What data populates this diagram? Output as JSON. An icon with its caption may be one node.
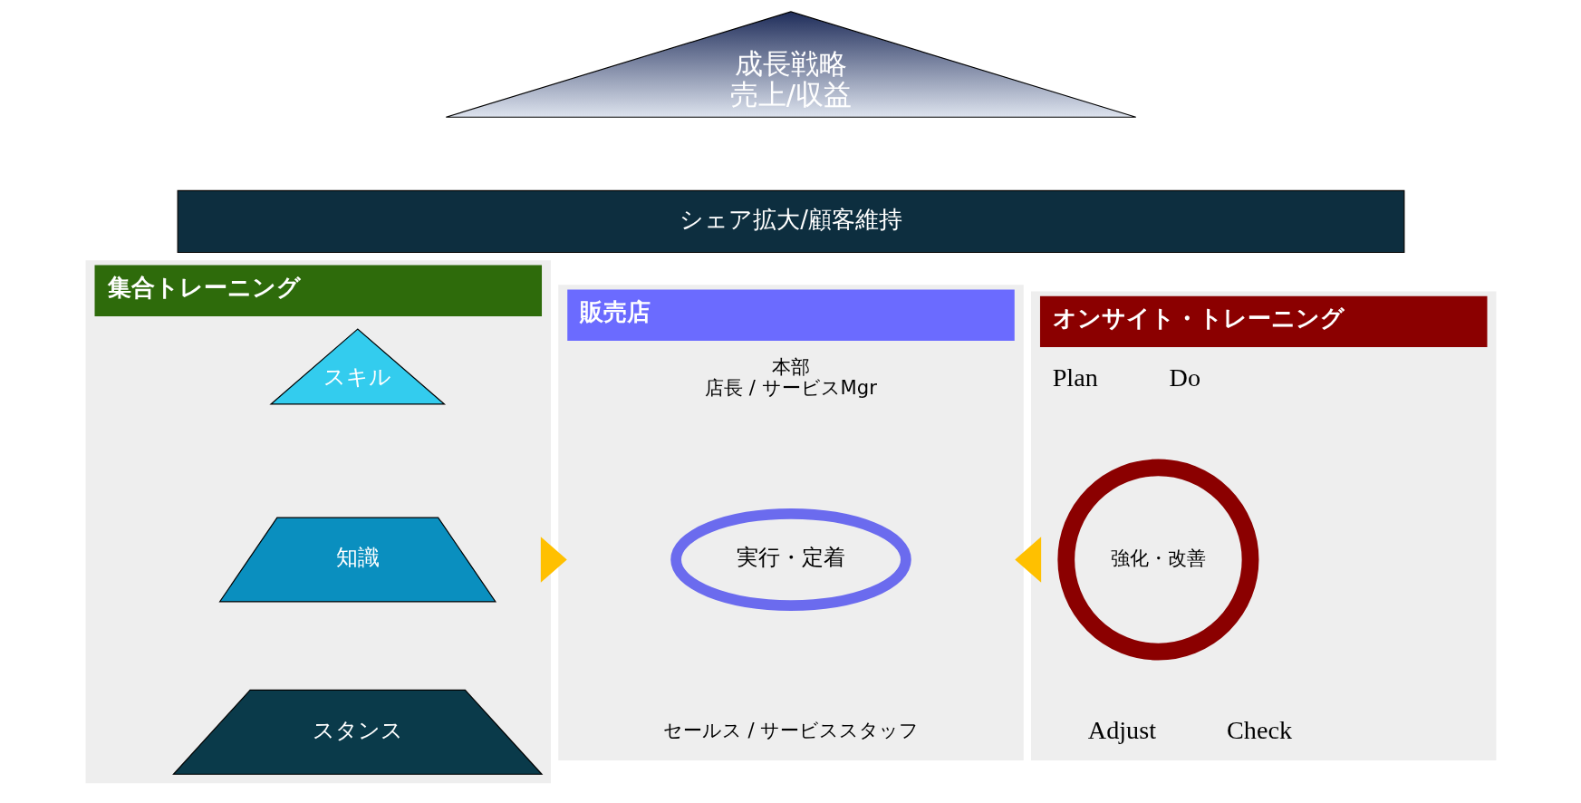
{
  "diagram": {
    "nodes": [
      {
        "text": [
          "成長戦略",
          "売上/収益"
        ]
      },
      {
        "text": [
          "シェア拡大/顧客維持"
        ]
      },
      {
        "text": [
          "集合トレーニング"
        ]
      },
      {
        "text": [
          "スキル"
        ],
        "in": 2
      },
      {
        "text": [
          "知識"
        ],
        "in": 2
      },
      {
        "text": [
          "スタンス"
        ],
        "in": 2
      },
      {
        "text": [
          "販売店"
        ]
      },
      {
        "text": [
          "本部",
          "店長 / サービスMgr"
        ],
        "in": 6
      },
      {
        "text": [
          "実行・定着"
        ],
        "in": 6
      },
      {
        "text": [
          "セールス / サービススタッフ"
        ],
        "in": 6
      },
      {
        "text": [
          "オンサイト・トレーニング"
        ]
      },
      {
        "text": [
          "強化・改善"
        ],
        "in": 10
      }
    ],
    "edges": [
      {
        "from": 2,
        "to": 6,
        "arrow": "to",
        "style": "thick",
        "color": "#ffc000"
      },
      {
        "from": 10,
        "to": 6,
        "arrow": "to",
        "style": "thick",
        "color": "#ffc000"
      }
    ],
    "labels": [
      "Plan",
      "Do",
      "Adjust",
      "Check"
    ]
  }
}
